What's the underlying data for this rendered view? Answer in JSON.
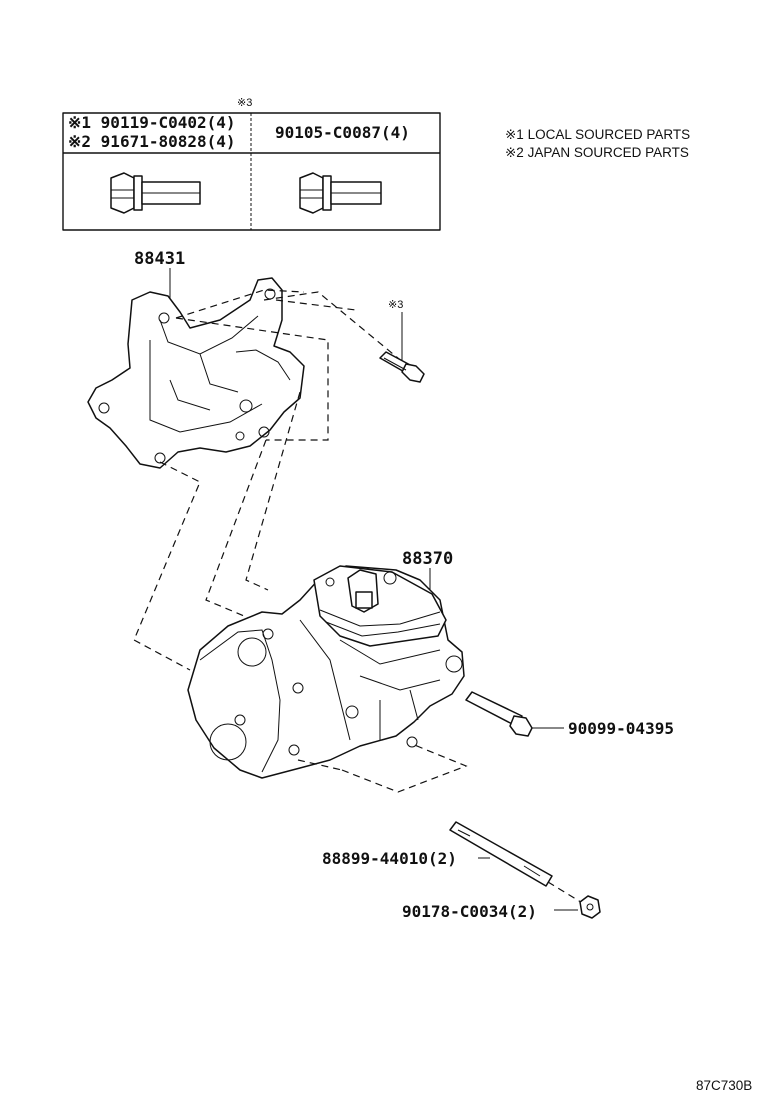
{
  "table": {
    "header_mark": "※3",
    "left_row1": "※1 90119-C0402(4)",
    "left_row2": "※2 91671-80828(4)",
    "right_row1": "90105-C0087(4)"
  },
  "notes": {
    "local": "※1 LOCAL SOURCED PARTS",
    "japan": "※2 JAPAN SOURCED PARTS"
  },
  "labels": {
    "bracket": "88431",
    "bolt_mark": "※3",
    "compressor": "88370",
    "bolt_side": "90099-04395",
    "stud": "88899-44010(2)",
    "nut": "90178-C0034(2)"
  },
  "figure_code": "87C730B"
}
